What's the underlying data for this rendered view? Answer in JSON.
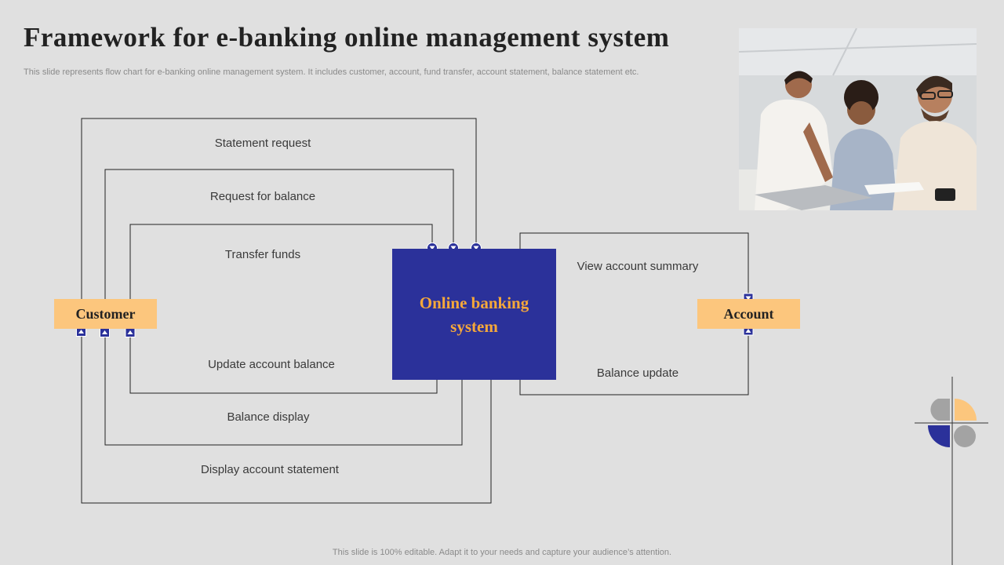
{
  "title": "Framework for e-banking online management system",
  "subtitle": "This slide represents flow chart for e-banking online management system. It includes customer, account, fund transfer, account statement, balance statement etc.",
  "footer": "This slide is 100% editable. Adapt it to your needs and capture your audience’s attention.",
  "nodes": {
    "customer": "Customer",
    "core": "Online banking system",
    "account": "Account"
  },
  "flows": {
    "statement_request": "Statement request",
    "request_for_balance": "Request for balance",
    "transfer_funds": "Transfer funds",
    "update_account_balance": "Update account balance",
    "balance_display": "Balance display",
    "display_account_statement": "Display account statement",
    "view_account_summary": "View account summary",
    "balance_update": "Balance update"
  },
  "colors": {
    "accent_orange": "#fcc67d",
    "core_blue": "#2b319a",
    "core_text": "#f6a83a",
    "line": "#222222",
    "marker": "#2b319a"
  },
  "photo": {
    "icon": "team-meeting-photo"
  }
}
